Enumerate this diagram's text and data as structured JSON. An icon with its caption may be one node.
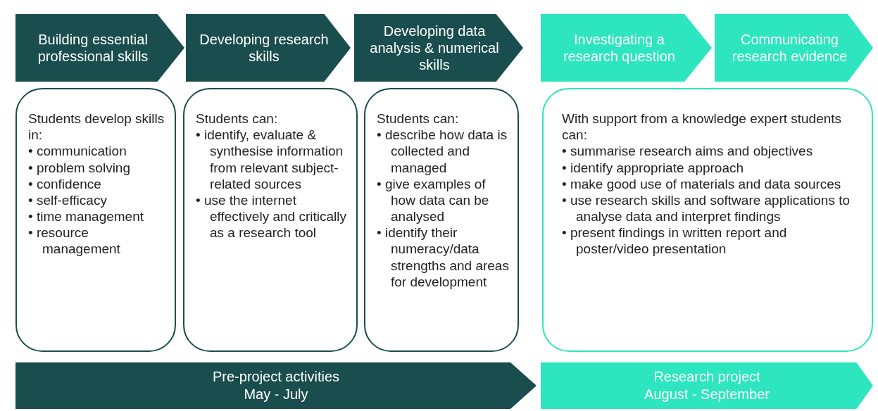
{
  "diagram": {
    "nodes": [
      {
        "text": [
          "Building essential professional skills"
        ]
      },
      {
        "text": [
          "Developing research skills"
        ]
      },
      {
        "text": [
          "Developing data analysis & numerical skills"
        ]
      },
      {
        "text": [
          "Investigating a research question"
        ]
      },
      {
        "text": [
          "Communicating research evidence"
        ]
      },
      {
        "text": [
          "Students develop skills in:",
          "• communication",
          "• problem solving",
          "• confidence",
          "• self-efficacy",
          "• time management",
          "• resource management"
        ]
      },
      {
        "text": [
          "Students can:",
          "• identify, evaluate & synthesise information from relevant subject-related sources",
          "• use the internet effectively and critically as a research tool"
        ]
      },
      {
        "text": [
          "Students can:",
          "• describe how data is collected and managed",
          "• give examples of how data can be analysed",
          "• identify their numeracy/data strengths and areas for development"
        ]
      },
      {
        "text": [
          "With support from a knowledge expert students can:",
          "• summarise research aims and objectives",
          "• identify appropriate approach",
          "• make good use of materials and data sources",
          "• use research skills and software applications to analyse data and interpret findings",
          "• present findings in written report and poster/video presentation"
        ]
      },
      {
        "text": [
          "Pre-project activities",
          "May - July"
        ]
      },
      {
        "text": [
          "Research project",
          "August - September"
        ]
      }
    ],
    "edges": []
  }
}
